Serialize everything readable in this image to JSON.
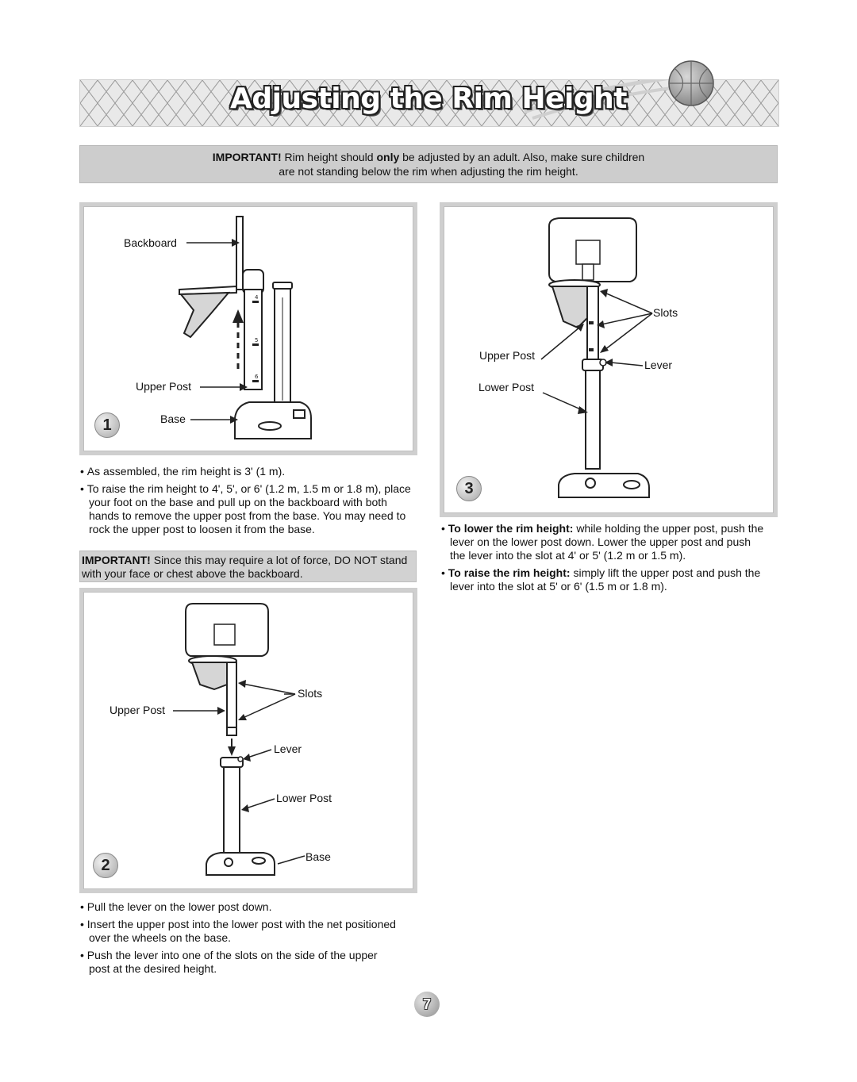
{
  "header": {
    "title": "Adjusting the Rim Height"
  },
  "important_notice": {
    "lead": "IMPORTANT!",
    "text1": " Rim height should ",
    "emph": "only",
    "text2": " be adjusted by an adult. Also, make sure children",
    "line2": "are not standing below the rim when adjusting the rim height."
  },
  "step1": {
    "number": "1",
    "labels": {
      "backboard": "Backboard",
      "upper_post": "Upper Post",
      "base": "Base"
    },
    "slot_numbers": [
      "4",
      "5",
      "6"
    ],
    "bullets": [
      "As assembled, the rim height is 3' (1 m).",
      "To raise the rim height to 4', 5', or 6' (1.2 m, 1.5 m or 1.8 m), place your foot on the base and pull up on the backboard with both hands to remove the upper post from the base. You may need to rock the upper post to loosen it from the base."
    ],
    "warning_lead": "IMPORTANT!",
    "warning_text": " Since this may require a lot of force, DO NOT stand with your face or chest above the backboard."
  },
  "step2": {
    "number": "2",
    "labels": {
      "slots": "Slots",
      "upper_post": "Upper Post",
      "lever": "Lever",
      "lower_post": "Lower Post",
      "base": "Base"
    },
    "bullets": [
      "Pull the lever on the lower post down.",
      "Insert the upper post into the lower post with the net positioned over the wheels on the base.",
      "Push the lever into one of the slots on the side of the upper post at the desired height."
    ]
  },
  "step3": {
    "number": "3",
    "labels": {
      "slots": "Slots",
      "upper_post": "Upper Post",
      "lever": "Lever",
      "lower_post": "Lower Post"
    },
    "bullets": [
      {
        "lead": "To lower the rim height:",
        "text": " while holding the upper post, push the lever on the lower post down. Lower the upper post and push the lever into the slot at 4' or 5' (1.2 m or 1.5 m)."
      },
      {
        "lead": "To raise the rim height:",
        "text": " simply lift the upper post and push the lever into the slot at 5' or 6' (1.5 m or 1.8 m)."
      }
    ]
  },
  "footer": {
    "page_number": "7"
  }
}
